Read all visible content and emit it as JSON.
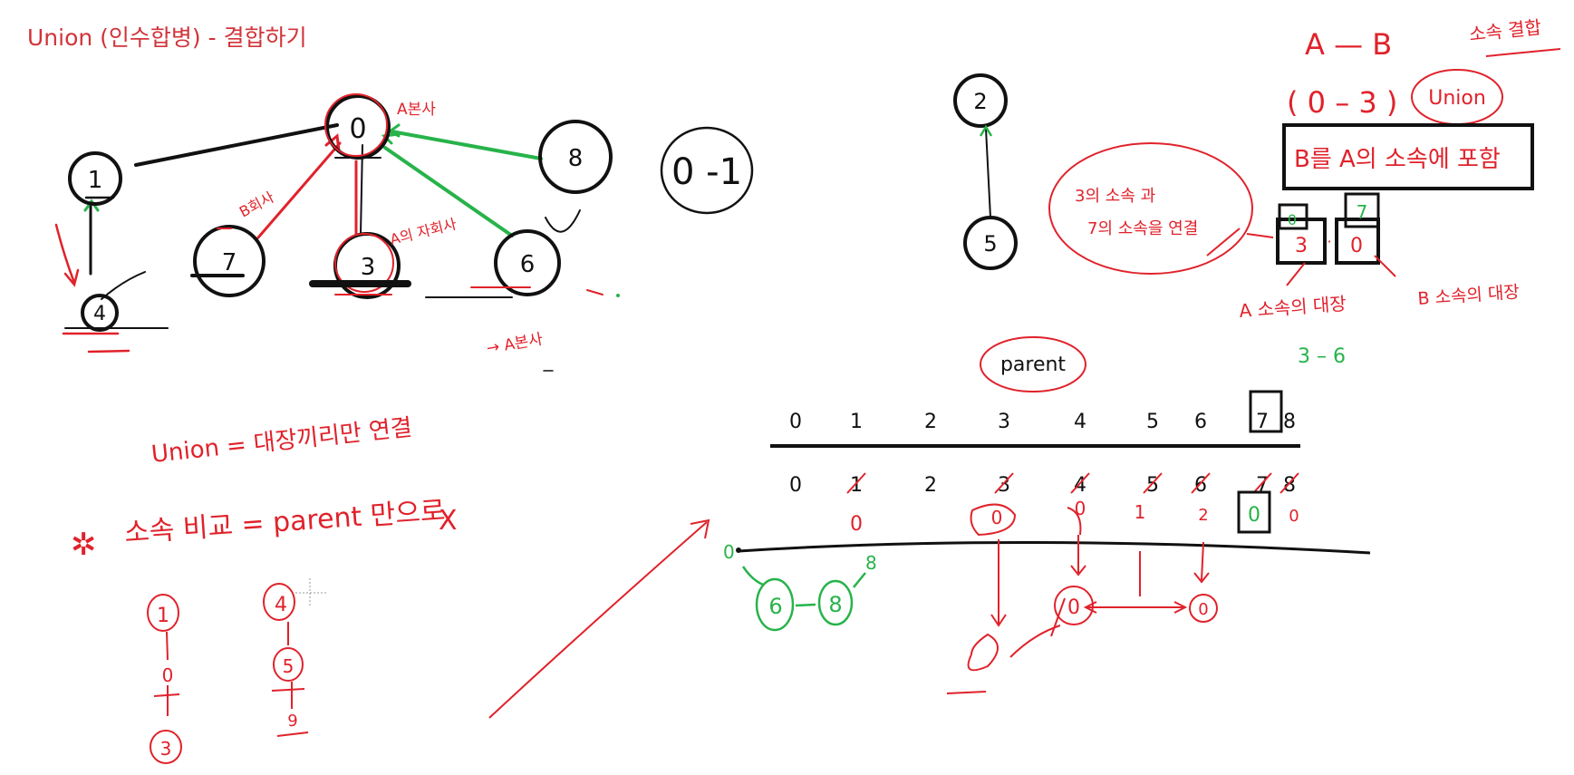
{
  "title": "Union (인수합병) - 결합하기",
  "colors": {
    "ink": "#111111",
    "red": "#e0222b",
    "green": "#27b34a",
    "title_red": "#d1343a"
  },
  "left_tree": {
    "nodes": [
      "0",
      "1",
      "4",
      "7",
      "3",
      "6",
      "8"
    ],
    "annotations": {
      "boss_a_top": "A본사",
      "b_company": "B회사",
      "a_subsidiary": "A의 자회사",
      "boss_a_bottom": "→ A본사"
    }
  },
  "middle_tree": {
    "nodes": [
      "2",
      "5"
    ]
  },
  "pair_note": "0 -1",
  "right_panel": {
    "heading_pair": "A — B",
    "corner_label": "소속 결합",
    "pair_example": "( 0 – 3 )",
    "union_word": "Union",
    "box_text": "B를 A의 소속에 포함",
    "bubble_line1": "3의 소속 과",
    "bubble_line2": "7의 소속을 연결",
    "mini_cells": [
      "3",
      "0",
      "0",
      "7"
    ],
    "mini_sep": "·",
    "a_boss_label": "A 소속의 대장",
    "b_boss_label": "B 소속의 대장",
    "green_pair": "3 – 6"
  },
  "parent_table": {
    "label": "parent",
    "indices": [
      "0",
      "1",
      "2",
      "3",
      "4",
      "5",
      "6",
      "7",
      "8"
    ],
    "old_values": [
      "0",
      "1",
      "2",
      "3",
      "4",
      "5",
      "6",
      "7",
      "8"
    ],
    "new_values": [
      "0",
      "0",
      "1",
      "2",
      "0",
      "0",
      "0"
    ],
    "green_new": "0"
  },
  "notes": {
    "union_rule": "Union = 대장끼리만 연결",
    "compare_rule": "소속 비교 = parent 만으로",
    "compare_mark": "X",
    "star": "✲"
  },
  "chains": {
    "left": [
      "1",
      "0",
      "3"
    ],
    "middle": [
      "4",
      "5",
      "9"
    ]
  },
  "bottom_sketch": {
    "green_zero": "0",
    "green_eight": "8",
    "green_nodes": [
      "6",
      "8"
    ],
    "red_boss": "0",
    "red_bottom": "0"
  }
}
